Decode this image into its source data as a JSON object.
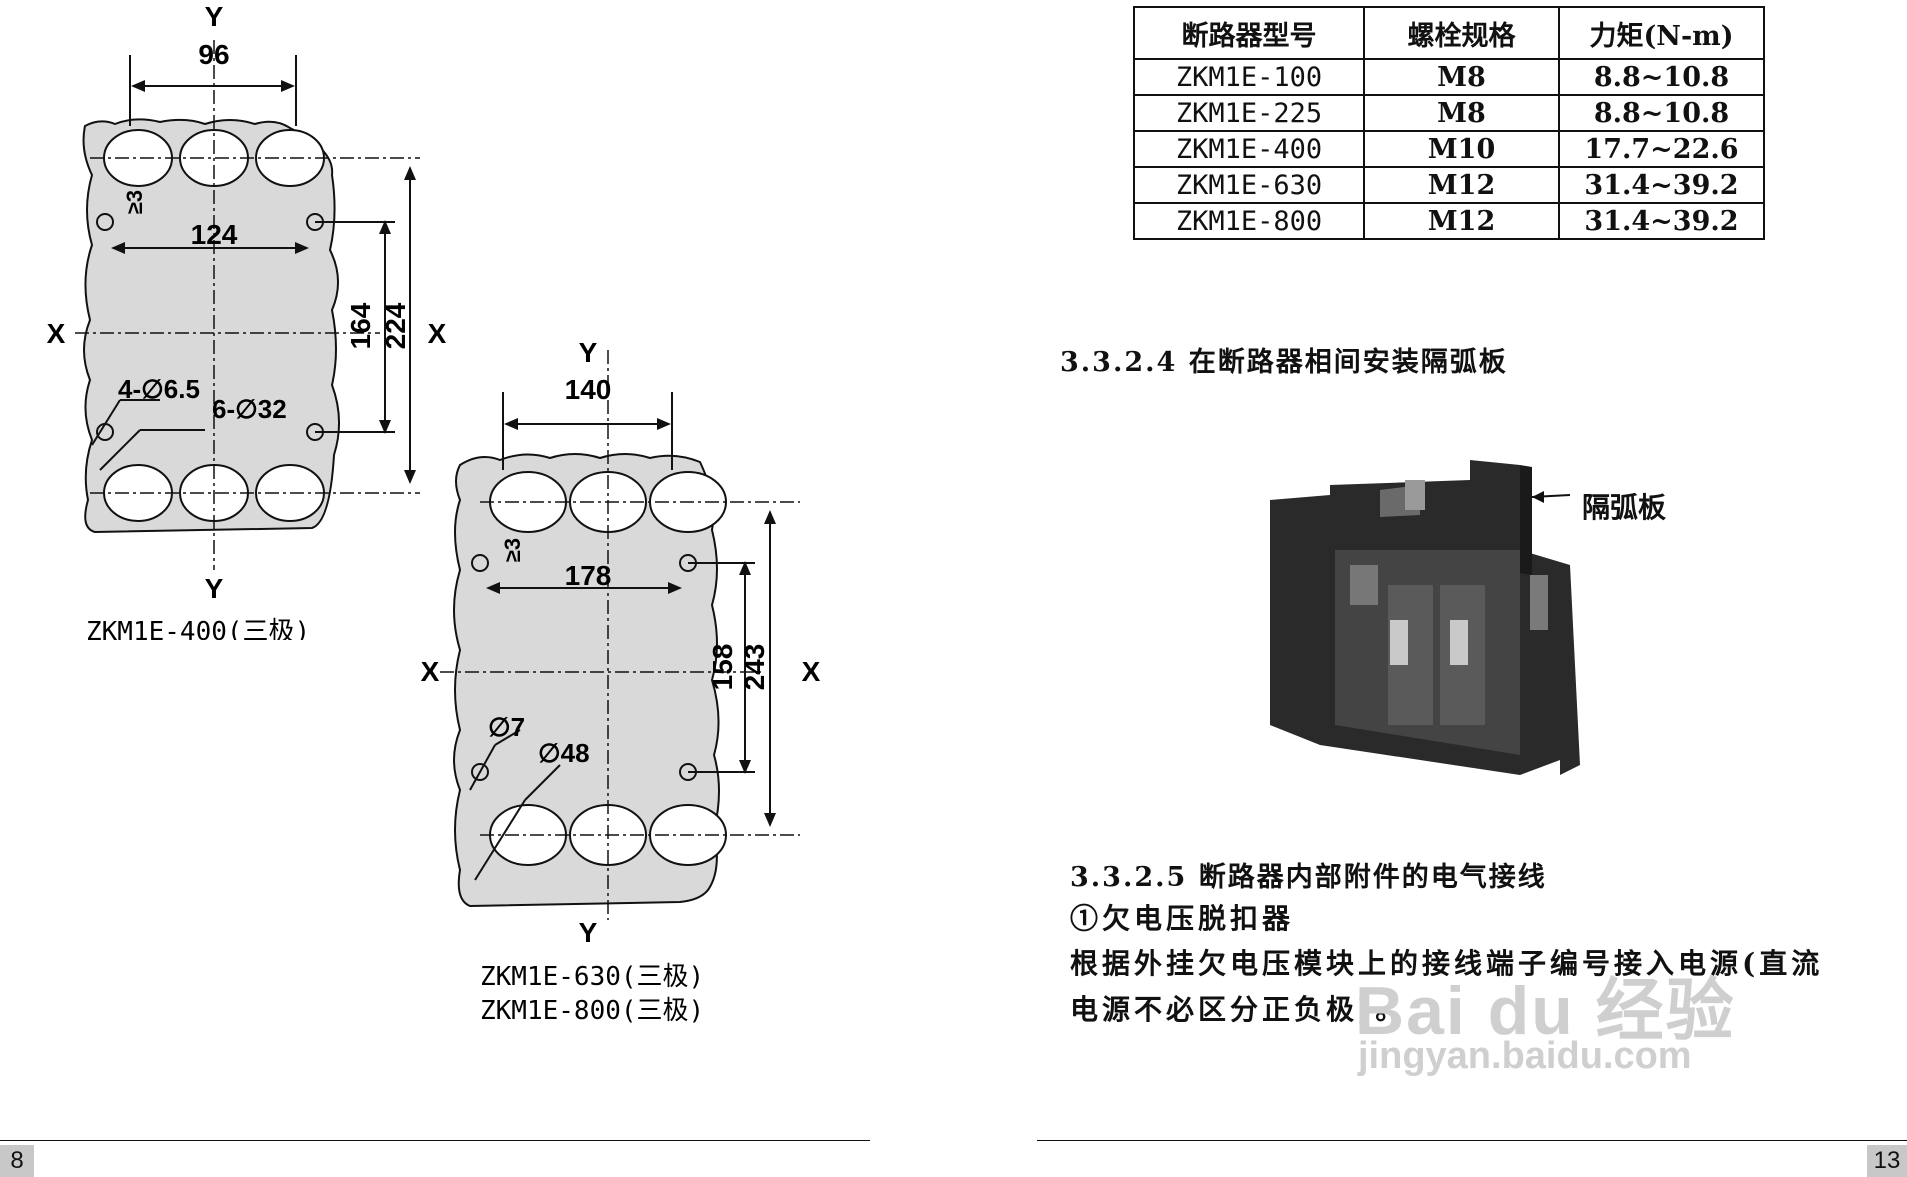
{
  "drawing1": {
    "dim_width_top": "96",
    "dim_width_mid": "124",
    "dim_h_inner": "164",
    "dim_h_outer": "224",
    "axis_y": "Y",
    "axis_x": "X",
    "hole_label": "4-∅6.5",
    "terminal_label": "6-∅32",
    "clearance": "≥3",
    "caption": "ZKM1E-400(三极)"
  },
  "drawing2": {
    "dim_width_top": "140",
    "dim_width_mid": "178",
    "dim_h_inner": "158",
    "dim_h_outer": "243",
    "axis_y": "Y",
    "axis_x": "X",
    "hole_label": "∅7",
    "terminal_label": "∅48",
    "clearance": "≥3",
    "caption_line1": "ZKM1E-630(三极)",
    "caption_line2": "ZKM1E-800(三极)"
  },
  "torque_table": {
    "headers": [
      "断路器型号",
      "螺栓规格",
      "力矩(N-m)"
    ],
    "rows": [
      [
        "ZKM1E-100",
        "M8",
        "8.8~10.8"
      ],
      [
        "ZKM1E-225",
        "M8",
        "8.8~10.8"
      ],
      [
        "ZKM1E-400",
        "M10",
        "17.7~22.6"
      ],
      [
        "ZKM1E-630",
        "M12",
        "31.4~39.2"
      ],
      [
        "ZKM1E-800",
        "M12",
        "31.4~39.2"
      ]
    ]
  },
  "section_324": {
    "title": "3.3.2.4 在断路器相间安装隔弧板"
  },
  "photo": {
    "callout": "隔弧板"
  },
  "section_325": {
    "title": "3.3.2.5 断路器内部附件的电气接线",
    "item1": "①欠电压脱扣器",
    "body_line1": "根据外挂欠电压模块上的接线端子编号接入电源(直流",
    "body_line2": "电源不必区分正负极)。"
  },
  "page_left": "8",
  "page_right": "13",
  "watermark": {
    "brand": "Bai du 经验",
    "url": "jingyan.baidu.com"
  }
}
